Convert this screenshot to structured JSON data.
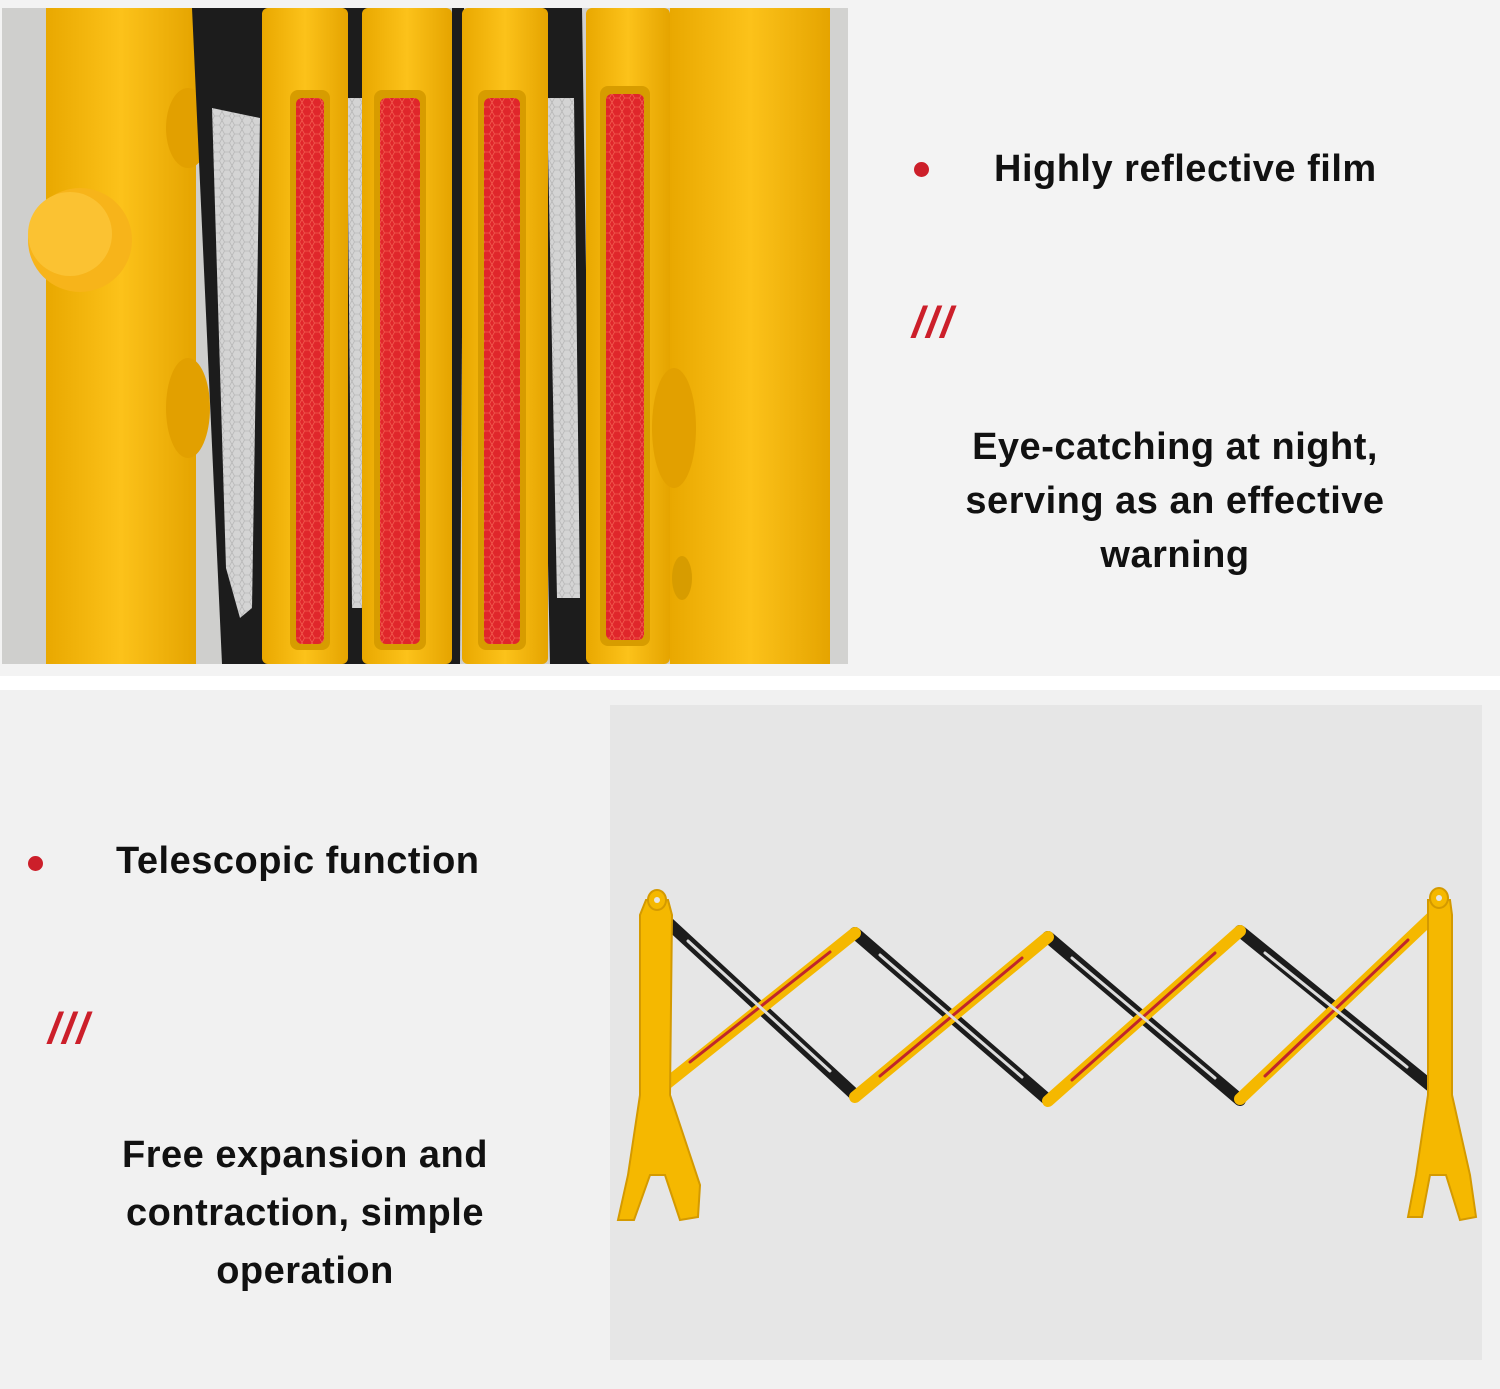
{
  "features": [
    {
      "heading": "Highly reflective film",
      "slashes": "///",
      "description_lines": [
        "Eye-catching at night,",
        "serving as an effective",
        "warning"
      ]
    },
    {
      "heading": "Telescopic function",
      "slashes": "///",
      "description_lines": [
        "Free expansion and",
        "contraction, simple",
        "operation"
      ]
    }
  ],
  "colors": {
    "accent_red": "#cc1f2a",
    "barrier_yellow": "#f5b800",
    "barrier_black": "#1c1c1c",
    "reflective_red": "#e0262b",
    "reflective_white": "#d9d9d9"
  },
  "images": {
    "top": "reflective-barrier-closeup-photo",
    "bottom": "expandable-barrier-photo"
  }
}
